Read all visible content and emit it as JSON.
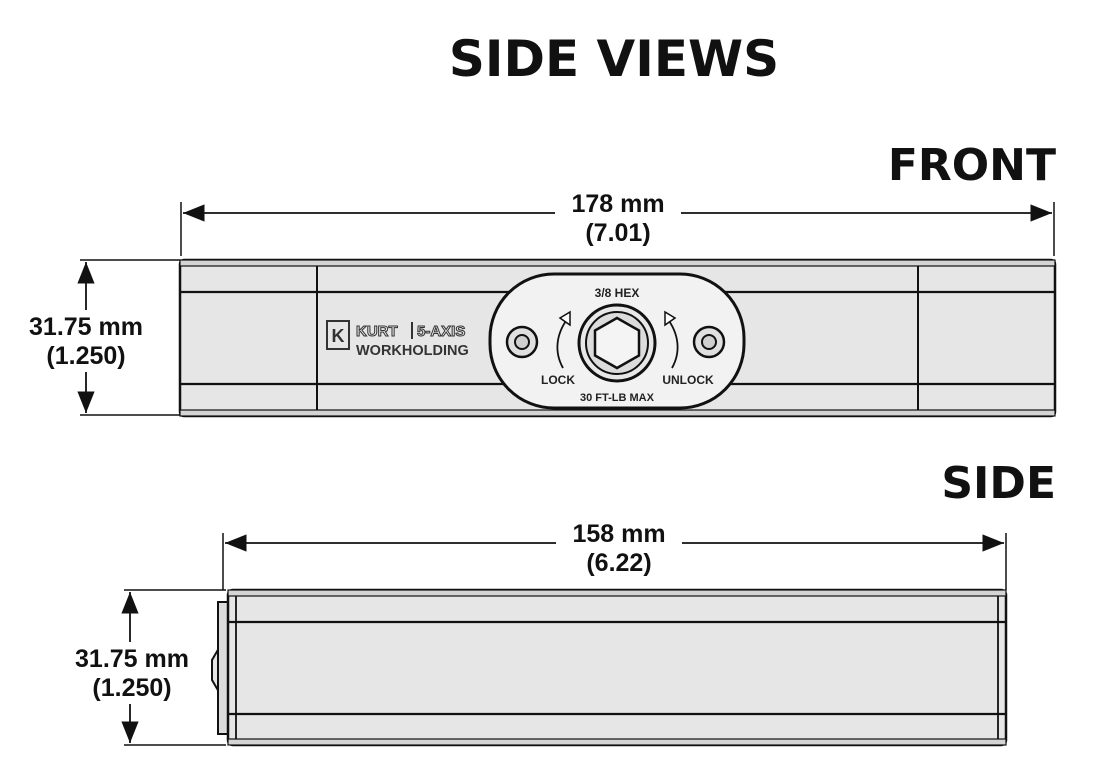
{
  "title": "SIDE VIEWS",
  "front": {
    "label": "FRONT",
    "width_mm": "178 mm",
    "width_in": "(7.01)",
    "height_mm": "31.75 mm",
    "height_in": "(1.250)",
    "logo_brand": "KURT",
    "logo_product": "5-AXIS",
    "logo_sub": "WORKHOLDING",
    "hex_label": "3/8 HEX",
    "lock_label": "LOCK",
    "unlock_label": "UNLOCK",
    "torque_label": "30 FT-LB MAX"
  },
  "side": {
    "label": "SIDE",
    "width_mm": "158 mm",
    "width_in": "(6.22)",
    "height_mm": "31.75 mm",
    "height_in": "(1.250)"
  },
  "colors": {
    "body_fill": "#e6e6e6",
    "outline": "#111111",
    "plate": "#f2f2f2"
  }
}
